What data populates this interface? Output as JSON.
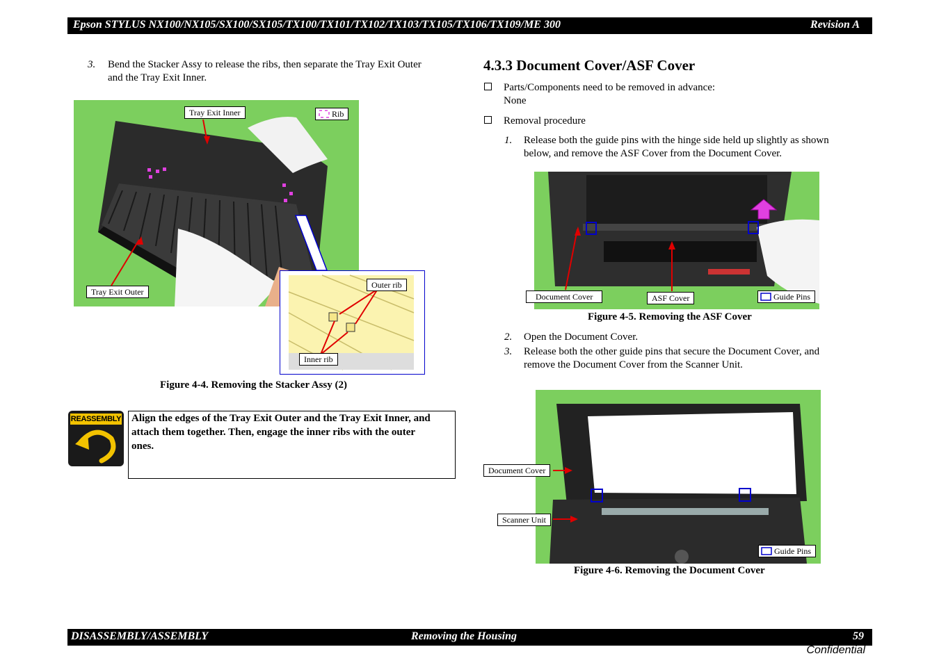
{
  "header": {
    "title": "Epson STYLUS NX100/NX105/SX100/SX105/TX100/TX101/TX102/TX103/TX105/TX106/TX109/ME 300",
    "revision": "Revision A"
  },
  "left": {
    "step3_num": "3.",
    "step3_line1": "Bend the Stacker Assy to release the ribs, then separate the Tray Exit Outer",
    "step3_line2": "and the Tray Exit Inner.",
    "fig44": {
      "label_tray_exit_inner": "Tray Exit Inner",
      "label_rib": "Rib",
      "label_tray_exit_outer": "Tray Exit Outer",
      "label_outer_rib": "Outer rib",
      "label_inner_rib": "Inner rib",
      "caption": "Figure 4-4.  Removing the Stacker Assy (2)"
    },
    "reassembly_icon_text": "REASSEMBLY",
    "note_line1": "Align the edges of the Tray Exit Outer and the Tray Exit Inner, and",
    "note_line2": "attach them together. Then, engage the inner ribs with the outer",
    "note_line3": "ones."
  },
  "right": {
    "section_title": "4.3.3  Document Cover/ASF Cover",
    "bullet1_line1": "Parts/Components need to be removed in advance:",
    "bullet1_line2": "None",
    "bullet2": "Removal procedure",
    "step1_num": "1.",
    "step1_line1": "Release both the guide pins with the hinge side held up slightly as shown",
    "step1_line2": "below, and remove the ASF Cover from the Document Cover.",
    "fig45": {
      "label_document_cover": "Document Cover",
      "label_asf_cover": "ASF Cover",
      "label_guide_pins": "Guide Pins",
      "caption": "Figure 4-5.  Removing the ASF Cover"
    },
    "step2_num": "2.",
    "step2_text": "Open the Document Cover.",
    "step3_num": "3.",
    "step3_line1": "Release both the other guide pins that secure the Document Cover, and",
    "step3_line2": "remove the Document Cover from the Scanner Unit.",
    "fig46": {
      "label_document_cover": "Document Cover",
      "label_scanner_unit": "Scanner Unit",
      "label_guide_pins": "Guide Pins",
      "caption": "Figure 4-6.  Removing the Document Cover"
    }
  },
  "footer": {
    "left": "DISASSEMBLY/ASSEMBLY",
    "center": "Removing the Housing",
    "page": "59",
    "confidential": "Confidential"
  },
  "colors": {
    "photo_background": "#7ccf5e",
    "callout_arrow": "#e00000",
    "guide_pin_box": "#0000cc",
    "lift_arrow": "#e040e0"
  }
}
